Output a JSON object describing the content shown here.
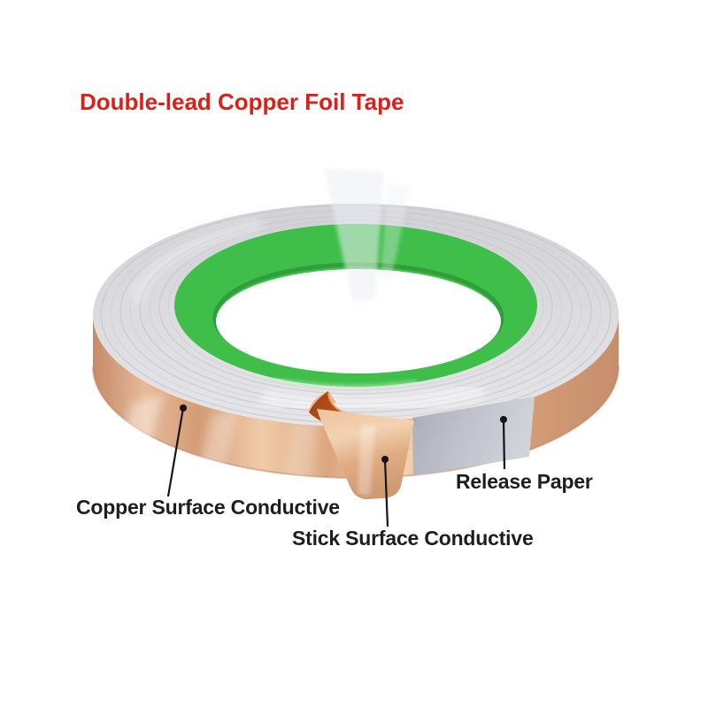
{
  "title": {
    "text": "Double-lead Copper Foil Tape"
  },
  "annotations": [
    {
      "id": "copper-surface",
      "label": "Copper Surface Conductive"
    },
    {
      "id": "stick-surface",
      "label": "Stick Surface Conductive"
    },
    {
      "id": "release-paper",
      "label": "Release Paper"
    }
  ],
  "colors": {
    "background": "#ffffff",
    "title-red": "#da2119",
    "label-text": "#1e1e1e",
    "line-black": "#151515",
    "copper": "#d9a37c",
    "copper-light": "#f2cfae",
    "copper-deep": "#c58a69",
    "adhesive-orange": "#b44d16",
    "release-gray": "#b4b7c0",
    "release-gray-light": "#d0d3da",
    "silver-top": "#d9d9dd",
    "striation-gray": "#c6c6cc",
    "core-green": "#3fbf4a",
    "core-green-dark": "#2d9838"
  }
}
